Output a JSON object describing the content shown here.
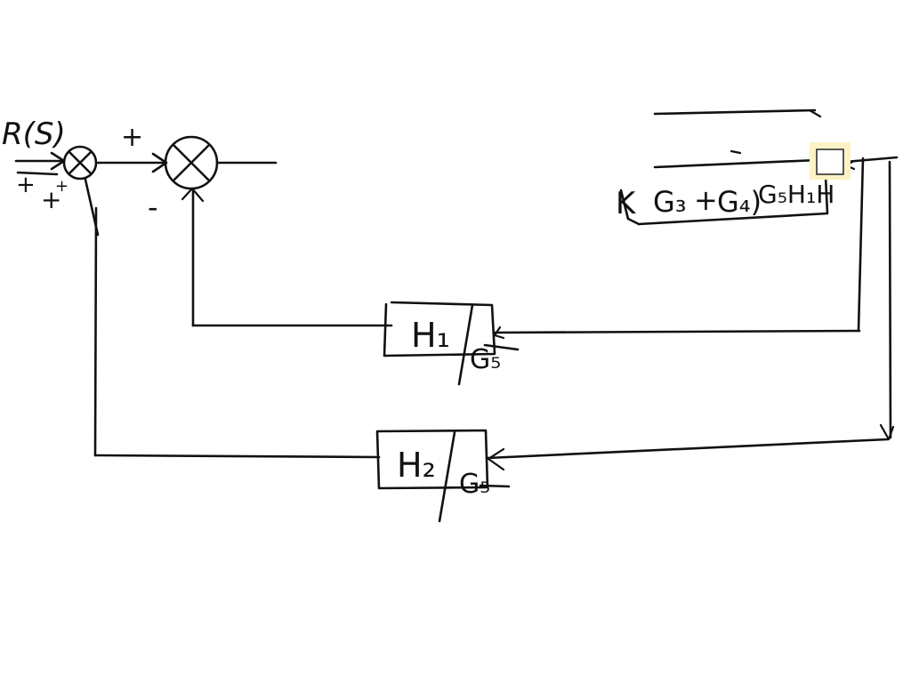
{
  "input_label": "R(S)",
  "sum1": {
    "sign_left": "+",
    "sign_bottom": "+",
    "sign_extra": "+"
  },
  "sum2": {
    "sign_top": "+",
    "sign_bottom": "-"
  },
  "blocks": {
    "h1": {
      "num": "H₁",
      "den": "G₅"
    },
    "h2": {
      "num": "H₂",
      "den": "G₅"
    }
  },
  "expression": {
    "prefix": "K",
    "g3": "G₃",
    "plus": "+",
    "g4": "G₄)",
    "tail": "G₅H₁H"
  },
  "colors": {
    "ink": "#111111",
    "highlight": "#fbf3c6"
  }
}
